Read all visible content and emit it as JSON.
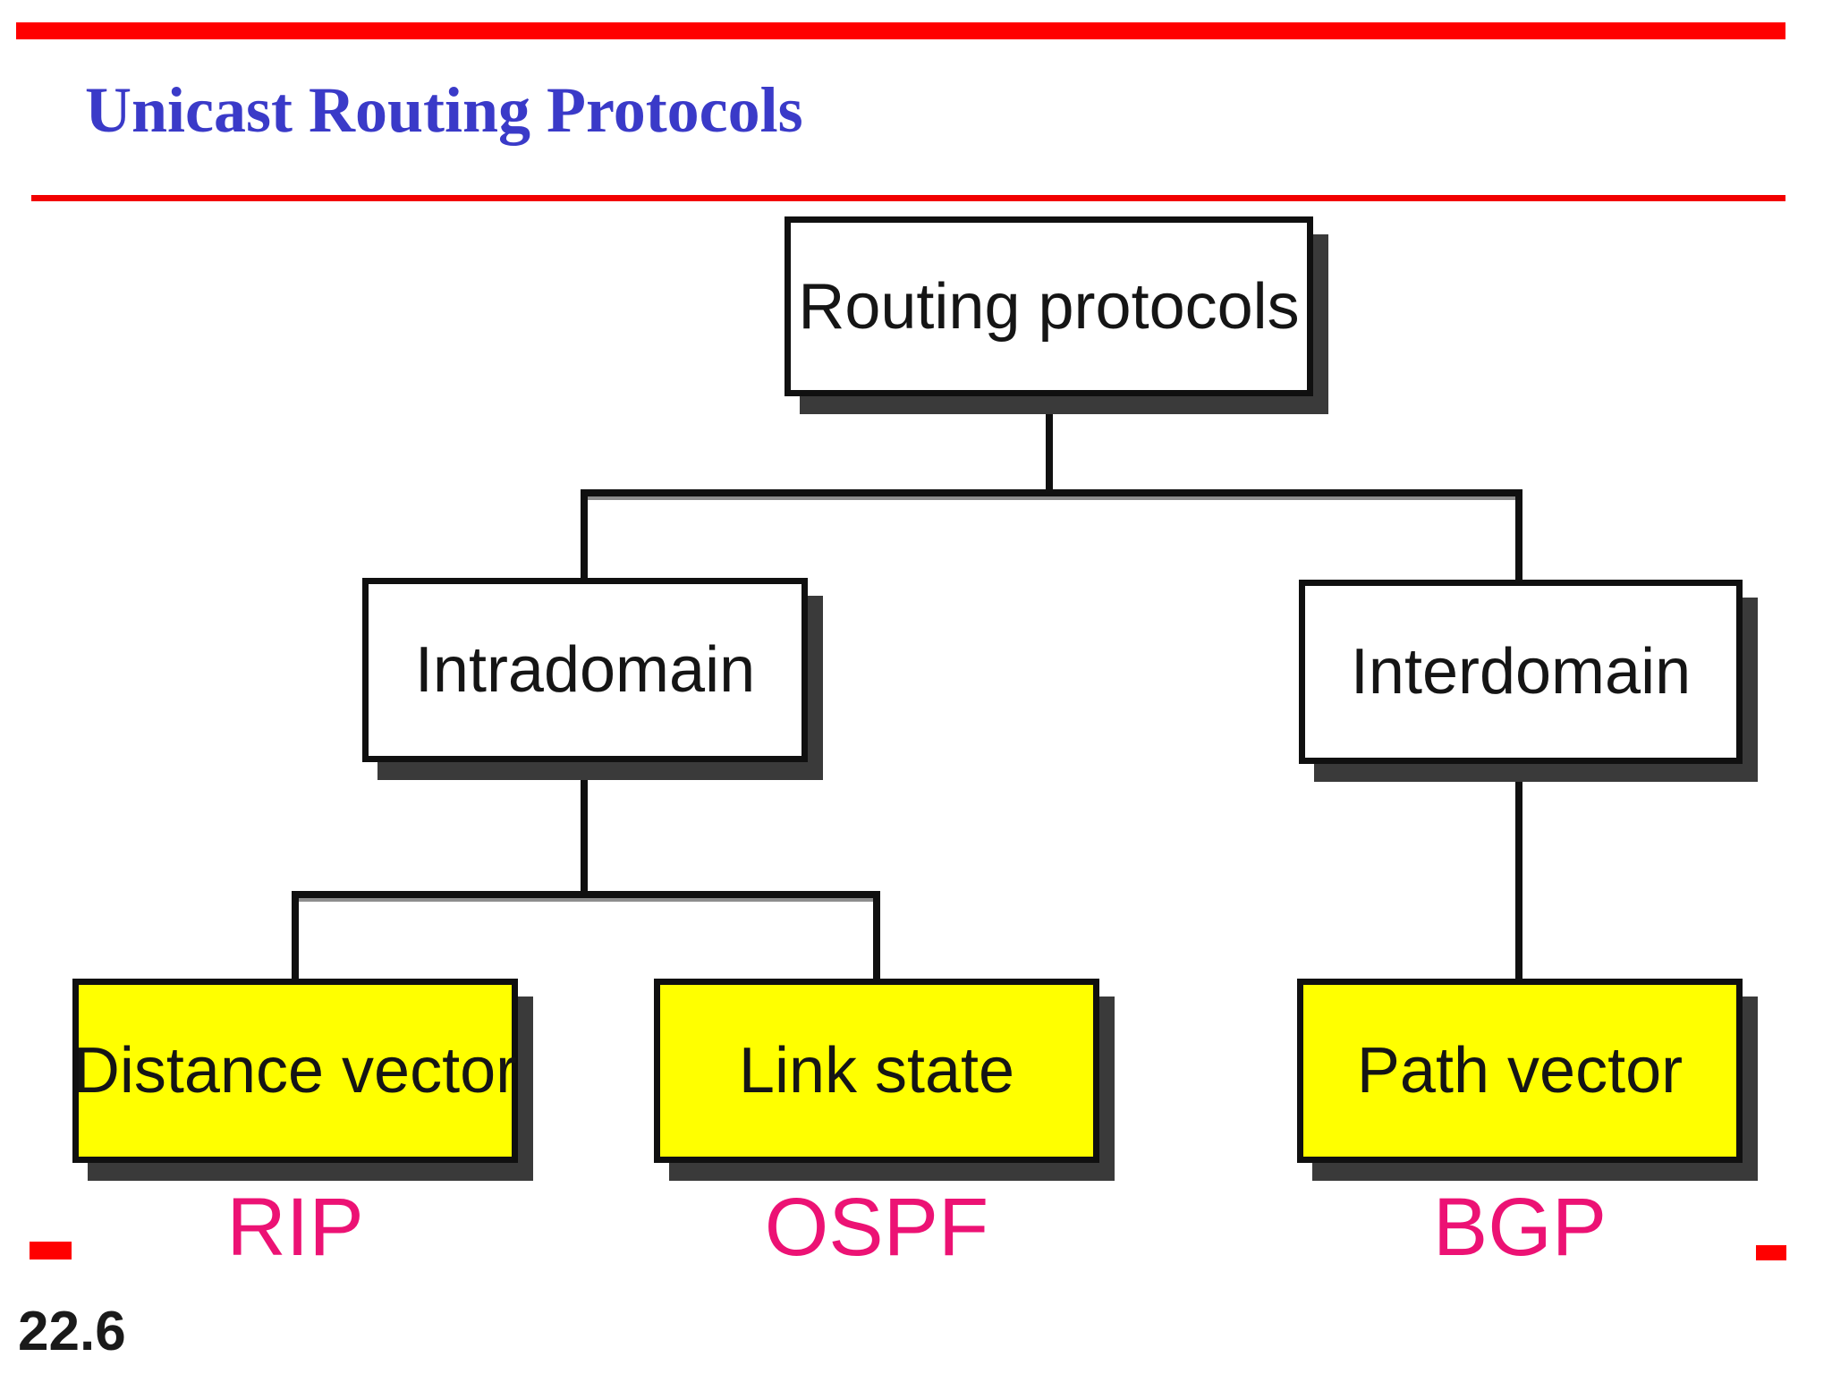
{
  "slide": {
    "title": "Unicast Routing Protocols",
    "slide_number": "22.6"
  },
  "diagram": {
    "root": "Routing protocols",
    "level2": [
      {
        "label": "Intradomain"
      },
      {
        "label": "Interdomain"
      }
    ],
    "leaves": [
      {
        "label": "Distance vector",
        "protocol": "RIP",
        "parent": "Intradomain"
      },
      {
        "label": "Link state",
        "protocol": "OSPF",
        "parent": "Intradomain"
      },
      {
        "label": "Path vector",
        "protocol": "BGP",
        "parent": "Interdomain"
      }
    ]
  },
  "colors": {
    "accent_red": "#ff0000",
    "rule_red": "#f20000",
    "title_blue": "#3a3ac8",
    "protocol_pink": "#ec1274",
    "leaf_yellow": "#ffff00",
    "shadow_gray": "#3a3a3a",
    "line_black": "#101010"
  }
}
